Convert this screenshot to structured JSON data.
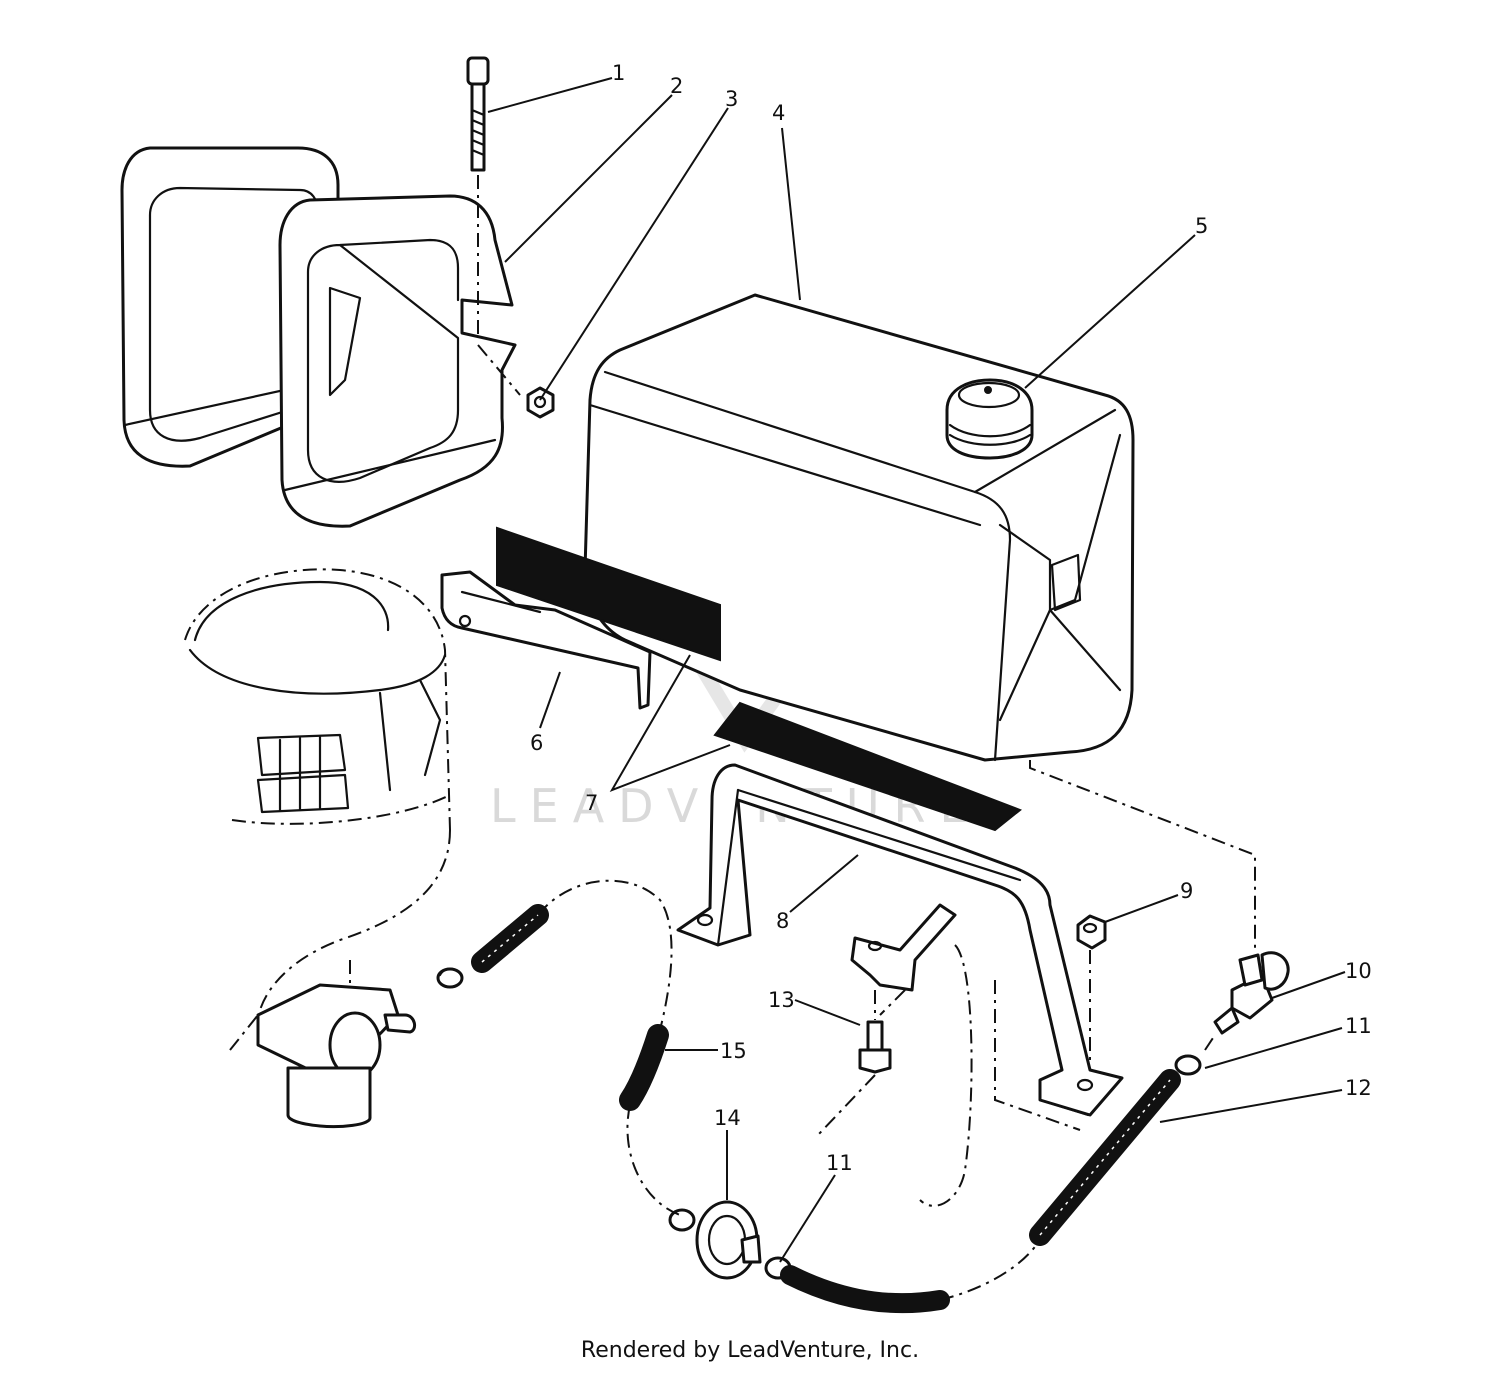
{
  "callouts": [
    "1",
    "2",
    "3",
    "4",
    "5",
    "6",
    "7",
    "8",
    "9",
    "10",
    "11",
    "12",
    "13",
    "14",
    "15",
    "11"
  ],
  "watermark": "LEADVENTURE",
  "footer": "Rendered by LeadVenture, Inc."
}
